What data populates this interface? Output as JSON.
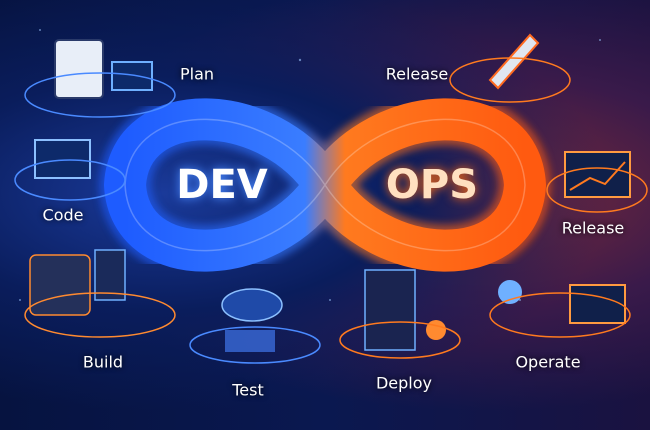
{
  "center": {
    "dev": "DEV",
    "ops": "OPS"
  },
  "stages": {
    "plan": "Plan",
    "release_top": "Release",
    "code": "Code",
    "release_right": "Release",
    "build": "Build",
    "test": "Test",
    "deploy": "Deploy",
    "operate": "Operate"
  },
  "colors": {
    "dev": "#2f7bff",
    "ops": "#ff7a1f",
    "background": "#06123a"
  }
}
